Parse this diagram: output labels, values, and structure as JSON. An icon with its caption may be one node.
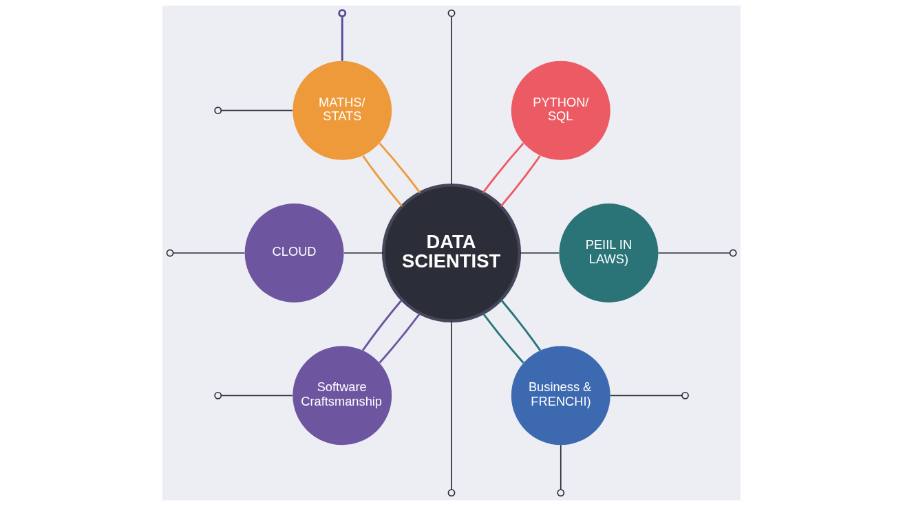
{
  "diagram": {
    "nodes": [
      {
        "text": [
          "MATHS/ STATS"
        ]
      },
      {
        "text": [
          "PYTHON/ SQL"
        ]
      },
      {
        "text": [
          "CLOUD"
        ]
      },
      {
        "text": [
          "DATA SCIENTIST"
        ]
      },
      {
        "text": [
          "PEIIL IN LAWS)"
        ]
      },
      {
        "text": [
          "Software Craftsmanship"
        ]
      },
      {
        "text": [
          "Business & FRENCHI)"
        ]
      }
    ],
    "edges": [
      {
        "from": 0,
        "to": 3,
        "arrow": "none",
        "color": "#ee9a3a"
      },
      {
        "from": 0,
        "to": 3,
        "arrow": "none",
        "color": "#ee9a3a"
      },
      {
        "from": null,
        "to": 3,
        "arrow": "other"
      },
      {
        "from": 1,
        "to": 3,
        "arrow": "none",
        "color": "#ec5a63"
      },
      {
        "from": 1,
        "to": 3,
        "arrow": "none",
        "color": "#ec5a63"
      },
      {
        "from": 2,
        "to": 3,
        "arrow": "none"
      },
      {
        "from": 3,
        "to": 4,
        "arrow": "none"
      },
      {
        "from": 3,
        "to": 5,
        "arrow": "none",
        "color": "#6e55a0"
      },
      {
        "from": 3,
        "to": 5,
        "arrow": "none",
        "color": "#6e55a0"
      },
      {
        "from": 3,
        "to": null,
        "arrow": "other"
      },
      {
        "from": 3,
        "to": 6,
        "arrow": "none",
        "color": "#2a7478"
      },
      {
        "from": 3,
        "to": 6,
        "arrow": "none",
        "color": "#2a7478"
      },
      {
        "from": null,
        "to": 2,
        "arrow": "other"
      },
      {
        "from": 4,
        "to": null,
        "arrow": "other"
      },
      {
        "from": null,
        "to": 0,
        "arrow": "other"
      },
      {
        "from": null,
        "to": 0,
        "arrow": "other",
        "color": "#5a4a9a"
      },
      {
        "from": null,
        "to": 5,
        "arrow": "other"
      },
      {
        "from": 6,
        "to": null,
        "arrow": "other"
      },
      {
        "from": 6,
        "to": null,
        "arrow": "other"
      }
    ]
  }
}
